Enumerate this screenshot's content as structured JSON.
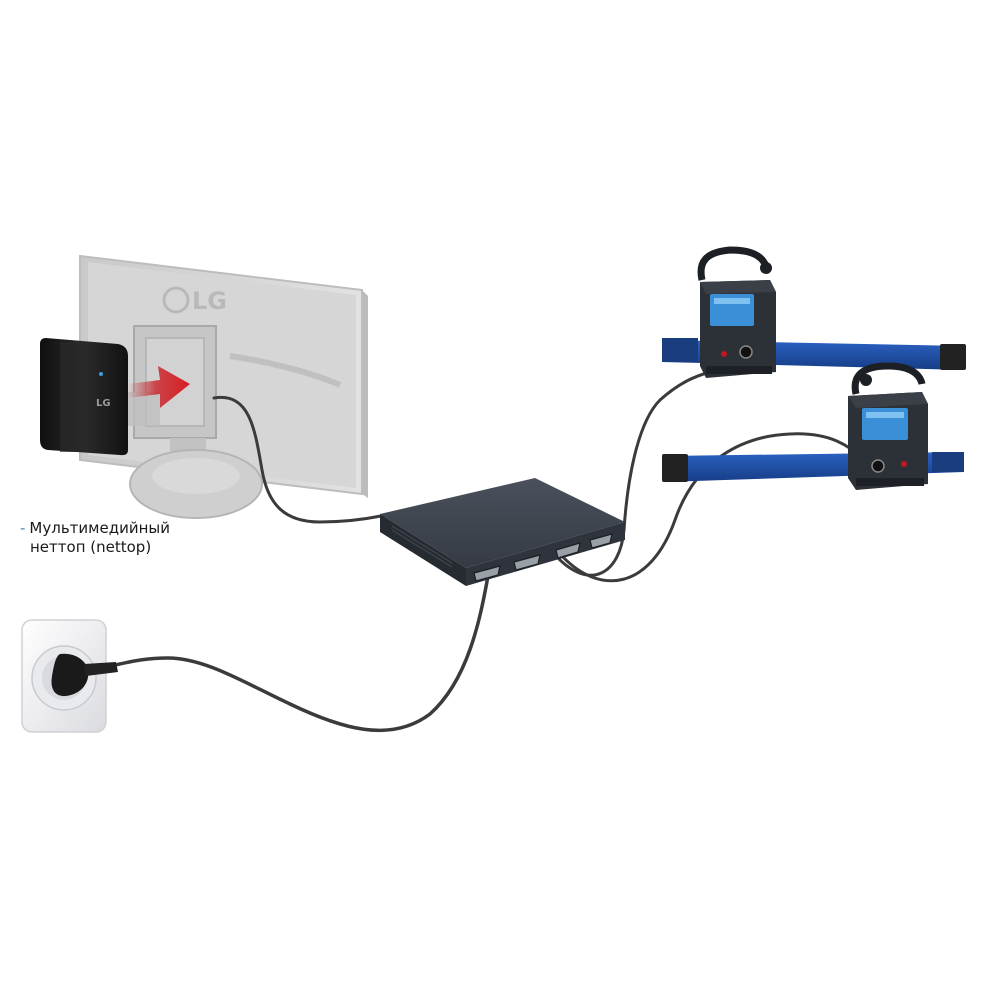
{
  "monitor": {
    "brand": "LG"
  },
  "nettop": {
    "brand": "LG"
  },
  "caption": {
    "dash": "-",
    "line1": "Мультимедийный",
    "line2": "неттоп (nettop)"
  },
  "colors": {
    "background": "#ffffff",
    "monitor_gray": "#d4d4d4",
    "nettop_black": "#1d1d1d",
    "arrow_red": "#c8151b",
    "switch_gray": "#3d434d",
    "head_unit": "#2c3037",
    "beam_blue": "#1f4fa8",
    "screen_blue": "#3a8fd6",
    "cable": "#3b3b3b",
    "outlet_white": "#f1f1f3"
  },
  "icons": [
    "monitor",
    "nettop",
    "arrow",
    "switch",
    "wheel-sensor",
    "wall-outlet",
    "cable"
  ]
}
